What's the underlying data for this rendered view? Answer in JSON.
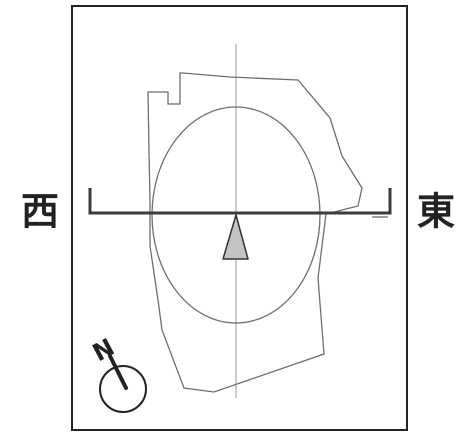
{
  "labels": {
    "west": "西",
    "east": "東",
    "north": "N"
  },
  "colors": {
    "frame": "#222222",
    "outline": "#6e6e6e",
    "axis": "#9a9a9a",
    "section_bar": "#3c3c3c",
    "viewpoint_fill": "#c4c4c4",
    "viewpoint_stroke": "#333333",
    "compass": "#222222"
  },
  "icons": {
    "viewpoint": "triangle-up-icon",
    "compass": "compass-north-icon"
  }
}
